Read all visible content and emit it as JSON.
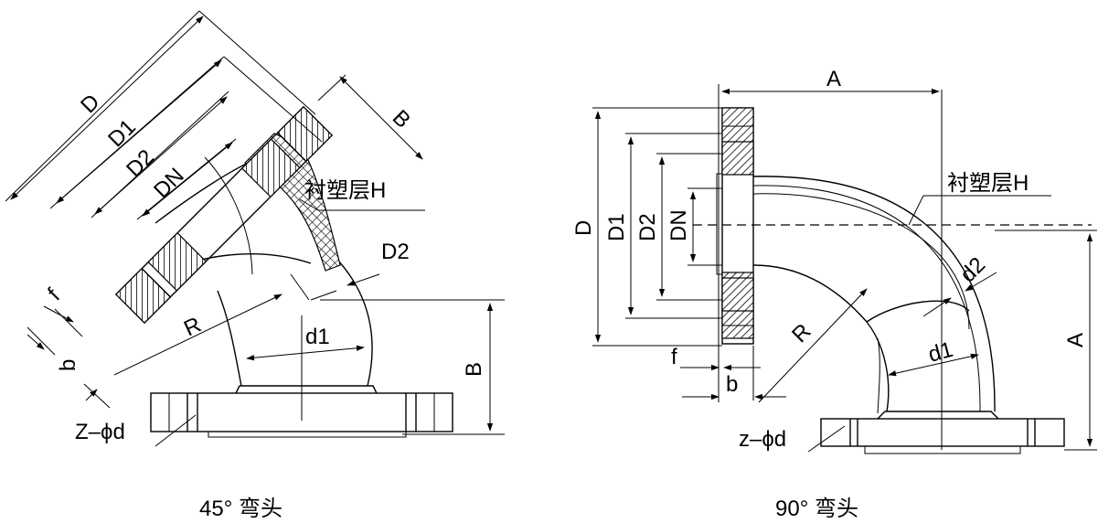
{
  "left_view": {
    "caption": "45°  弯头",
    "labels": {
      "D": "D",
      "D1": "D1",
      "D2_top": "D2",
      "DN": "DN",
      "B_top": "B",
      "lining": "衬塑层H",
      "D2_right": "D2",
      "f": "f",
      "b": "b",
      "R": "R",
      "d1": "d1",
      "B_right": "B",
      "holes": "Z–ϕd"
    }
  },
  "right_view": {
    "caption": "90°  弯头",
    "labels": {
      "A_top": "A",
      "D": "D",
      "D1": "D1",
      "D2": "D2",
      "DN": "DN",
      "lining": "衬塑层H",
      "d2": "d2",
      "R": "R",
      "d1": "d1",
      "A_right": "A",
      "f": "f",
      "b": "b",
      "holes": "z–ϕd"
    }
  }
}
